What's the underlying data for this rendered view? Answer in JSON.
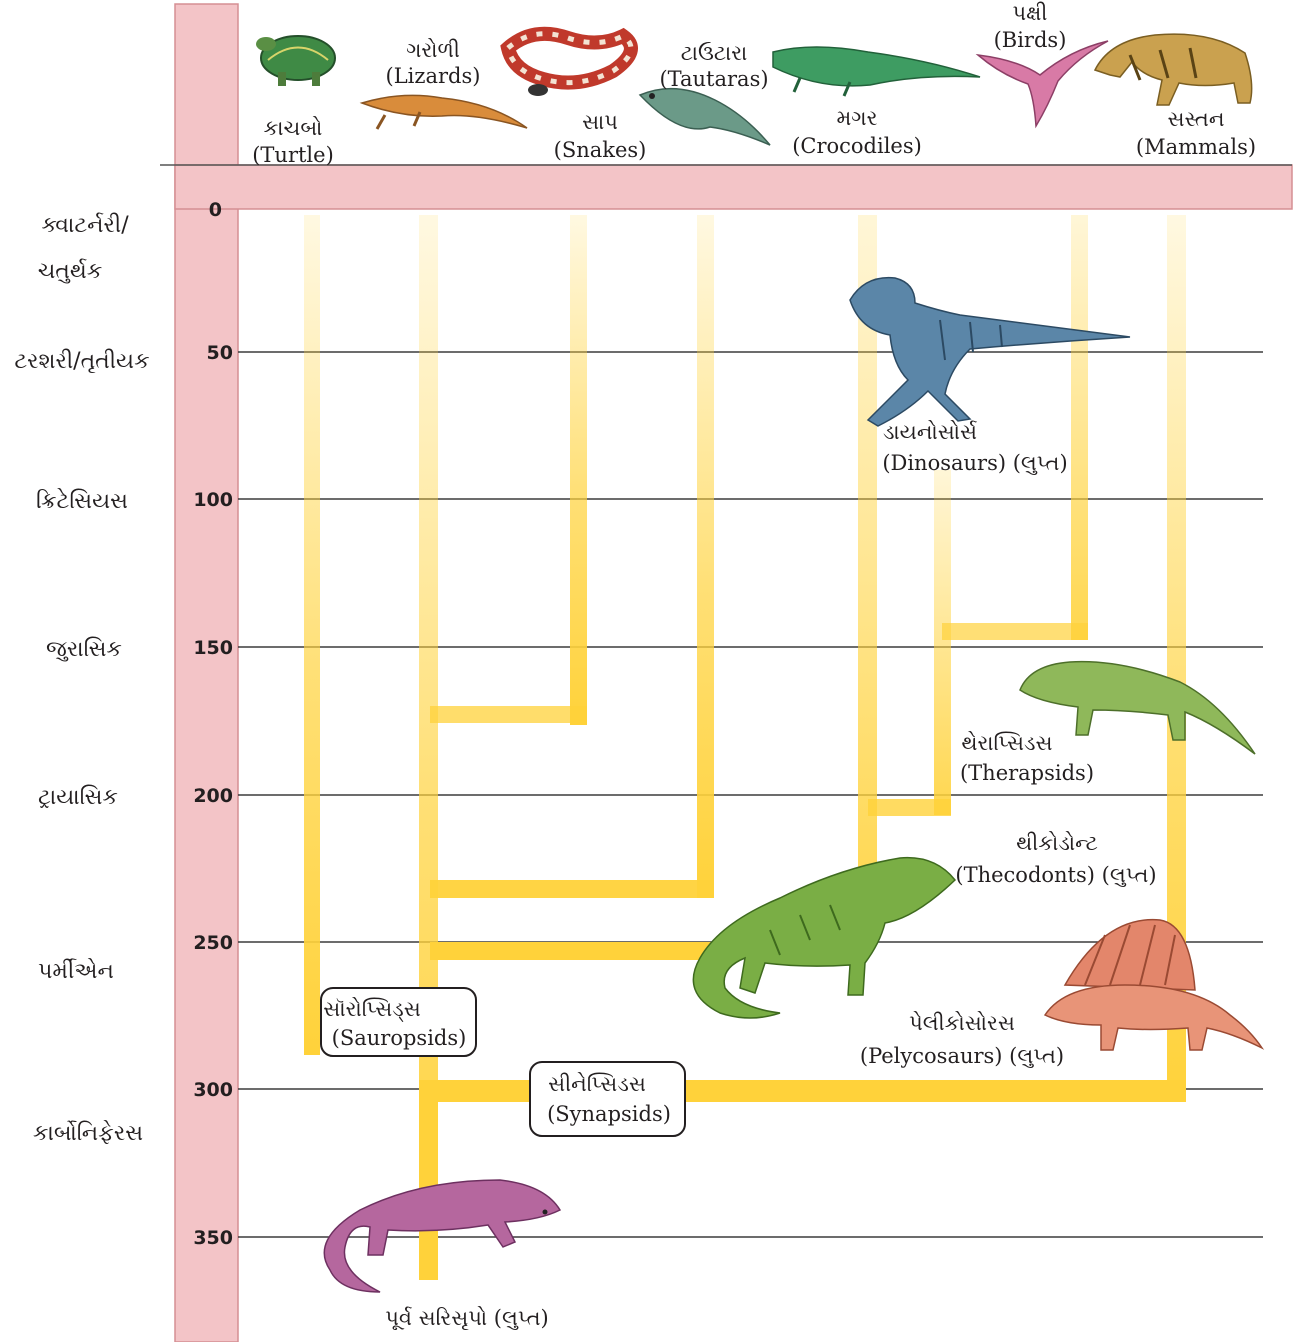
{
  "colors": {
    "timeline_bar": "#f3c4c7",
    "lineage": "#ffd23a",
    "gridline": "#3b3b3b"
  },
  "era_labels": [
    {
      "key": "quaternary",
      "line1": "ક્વાટર્નરી/",
      "line2": "ચતુર્થક"
    },
    {
      "key": "tertiary",
      "line1": "ટરશરી/તૃતીયક",
      "line2": ""
    },
    {
      "key": "cretaceous",
      "line1": "ક્રિટેસિયસ",
      "line2": ""
    },
    {
      "key": "jurassic",
      "line1": "જુરાસિક",
      "line2": ""
    },
    {
      "key": "triassic",
      "line1": "ટ્રાયાસિક",
      "line2": ""
    },
    {
      "key": "permian",
      "line1": "પર્મીએન",
      "line2": ""
    },
    {
      "key": "carboniferous",
      "line1": "કાર્બોનિફેરસ",
      "line2": ""
    }
  ],
  "ticks": [
    "0",
    "50",
    "100",
    "150",
    "200",
    "250",
    "300",
    "350"
  ],
  "top_animals": [
    {
      "gu": "કાચબો",
      "en": "(Turtle)",
      "icon": "turtle-icon"
    },
    {
      "gu": "ગરોળી",
      "en": "(Lizards)",
      "icon": "lizard-icon"
    },
    {
      "gu": "સાપ",
      "en": "(Snakes)",
      "icon": "snake-icon"
    },
    {
      "gu": "ટાઉટારા",
      "en": "(Tautaras)",
      "icon": "tuatara-icon"
    },
    {
      "gu": "મગર",
      "en": "(Crocodiles)",
      "icon": "crocodile-icon"
    },
    {
      "gu": "પક્ષી",
      "en": "(Birds)",
      "icon": "bird-icon"
    },
    {
      "gu": "સસ્તન",
      "en": "(Mammals)",
      "icon": "mammal-icon"
    }
  ],
  "groups": {
    "dinosaurs": {
      "gu": "ડાયનોસોર્સ",
      "en": "(Dinosaurs) (લુપ્ત)",
      "icon": "dinosaur-icon"
    },
    "therapsids": {
      "gu": "થેરાપ્સિડસ",
      "en": "(Therapsids)",
      "icon": "therapsid-icon"
    },
    "thecodonts": {
      "gu": "થીકોડોન્ટ",
      "en": "(Thecodonts) (લુપ્ત)",
      "icon": "thecodont-icon"
    },
    "pelycosaurs": {
      "gu": "પેલીકોસોરસ",
      "en": "(Pelycosaurs) (લુપ્ત)",
      "icon": "pelycosaur-icon"
    },
    "sauropsids": {
      "gu": "સૉરોપ્સિડ્સ",
      "en": "(Sauropsids)"
    },
    "synapsids": {
      "gu": "સીનેપ્સિડસ",
      "en": "(Synapsids)"
    },
    "early_reptiles": {
      "gu": "પૂર્વ સરિસૃપો (લુપ્ત)",
      "icon": "early-reptile-icon"
    }
  }
}
